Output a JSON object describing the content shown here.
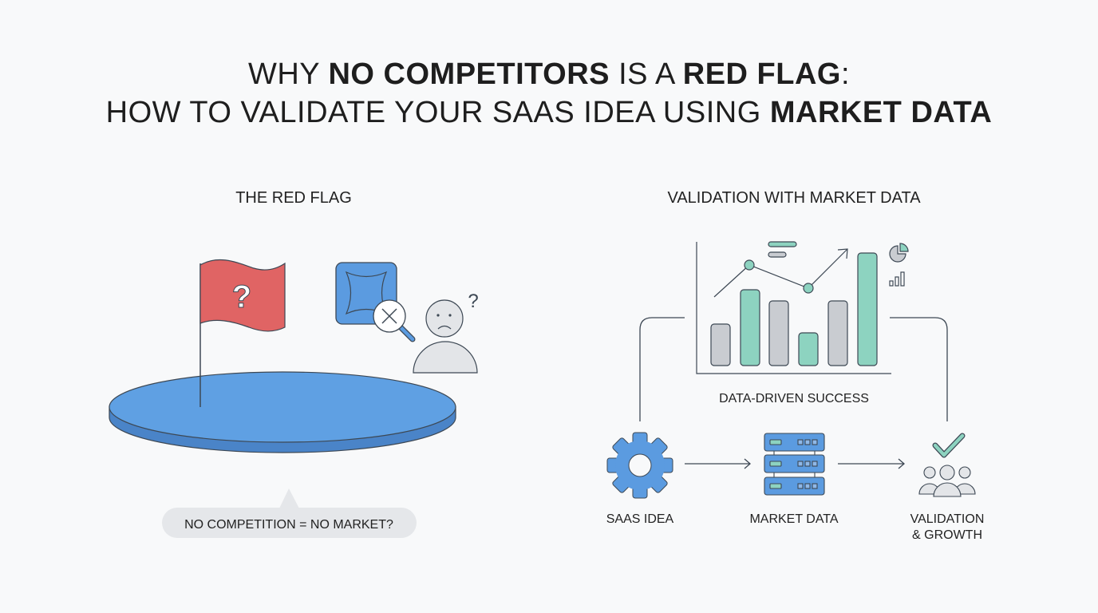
{
  "title": {
    "line1": [
      {
        "text": "WHY ",
        "bold": false
      },
      {
        "text": "NO COMPETITORS",
        "bold": true
      },
      {
        "text": " IS A ",
        "bold": false
      },
      {
        "text": "RED FLAG",
        "bold": true
      },
      {
        "text": ":",
        "bold": false
      }
    ],
    "line2": [
      {
        "text": "HOW TO VALIDATE YOUR SAAS IDEA USING ",
        "bold": false
      },
      {
        "text": "MARKET DATA",
        "bold": true
      }
    ]
  },
  "left_panel": {
    "heading": "THE RED FLAG",
    "flag_symbol": "?",
    "person_symbol": "?",
    "bubble_text": "NO COMPETITION = NO MARKET?"
  },
  "right_panel": {
    "heading": "VALIDATION WITH MARKET DATA",
    "chart_caption": "DATA-DRIVEN SUCCESS",
    "steps": [
      {
        "label": "SAAS IDEA",
        "icon": "gear-icon"
      },
      {
        "label": "MARKET DATA",
        "icon": "server-icon"
      },
      {
        "label_line1": "VALIDATION",
        "label_line2": "& GROWTH",
        "icon": "users-check-icon"
      }
    ]
  },
  "colors": {
    "red": "#e06464",
    "blue": "#5fa0e3",
    "teal": "#8dd3c0",
    "gray": "#c9ccd1",
    "stroke": "#3d4854"
  }
}
